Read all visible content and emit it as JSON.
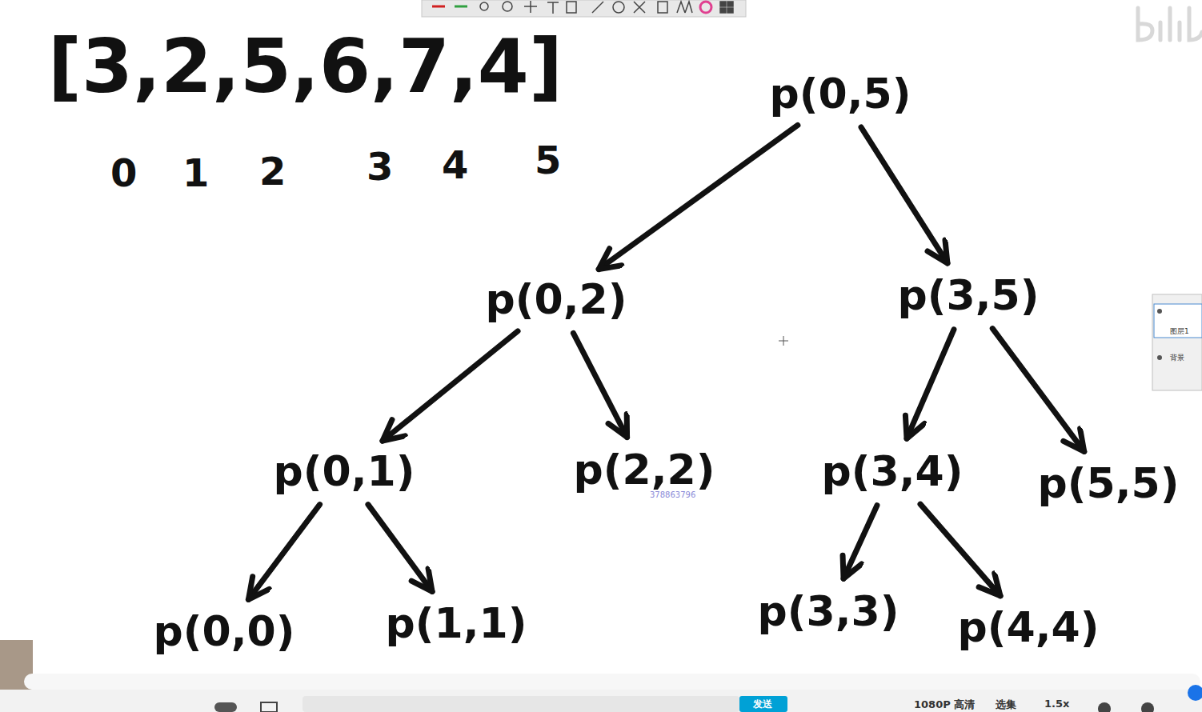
{
  "diagram": {
    "nodes": [
      {
        "text": [
          "p(0,5)"
        ]
      },
      {
        "text": [
          "p(0,2)"
        ]
      },
      {
        "text": [
          "p(3,5)"
        ]
      },
      {
        "text": [
          "p(0,1)"
        ]
      },
      {
        "text": [
          "p(2,2)"
        ]
      },
      {
        "text": [
          "p(3,4)"
        ]
      },
      {
        "text": [
          "p(5,5)"
        ]
      },
      {
        "text": [
          "p(0,0)"
        ]
      },
      {
        "text": [
          "p(1,1)"
        ]
      },
      {
        "text": [
          "p(3,3)"
        ]
      },
      {
        "text": [
          "p(4,4)"
        ]
      }
    ],
    "edges": [
      {
        "from": 0,
        "to": 1,
        "arrow": "to"
      },
      {
        "from": 0,
        "to": 2,
        "arrow": "to"
      },
      {
        "from": 1,
        "to": 3,
        "arrow": "to"
      },
      {
        "from": 1,
        "to": 4,
        "arrow": "to"
      },
      {
        "from": 2,
        "to": 5,
        "arrow": "to"
      },
      {
        "from": 2,
        "to": 6,
        "arrow": "to"
      },
      {
        "from": 3,
        "to": 7,
        "arrow": "to"
      },
      {
        "from": 3,
        "to": 8,
        "arrow": "to"
      },
      {
        "from": 5,
        "to": 9,
        "arrow": "to"
      },
      {
        "from": 5,
        "to": 10,
        "arrow": "to"
      }
    ],
    "labels": [
      "[3,2,5,6,7,4]",
      "0",
      "1",
      "2",
      "3",
      "4",
      "5",
      "378863796",
      "图层1",
      "背景",
      "发送",
      "1080P 高清",
      "选集",
      "1.5x"
    ]
  }
}
